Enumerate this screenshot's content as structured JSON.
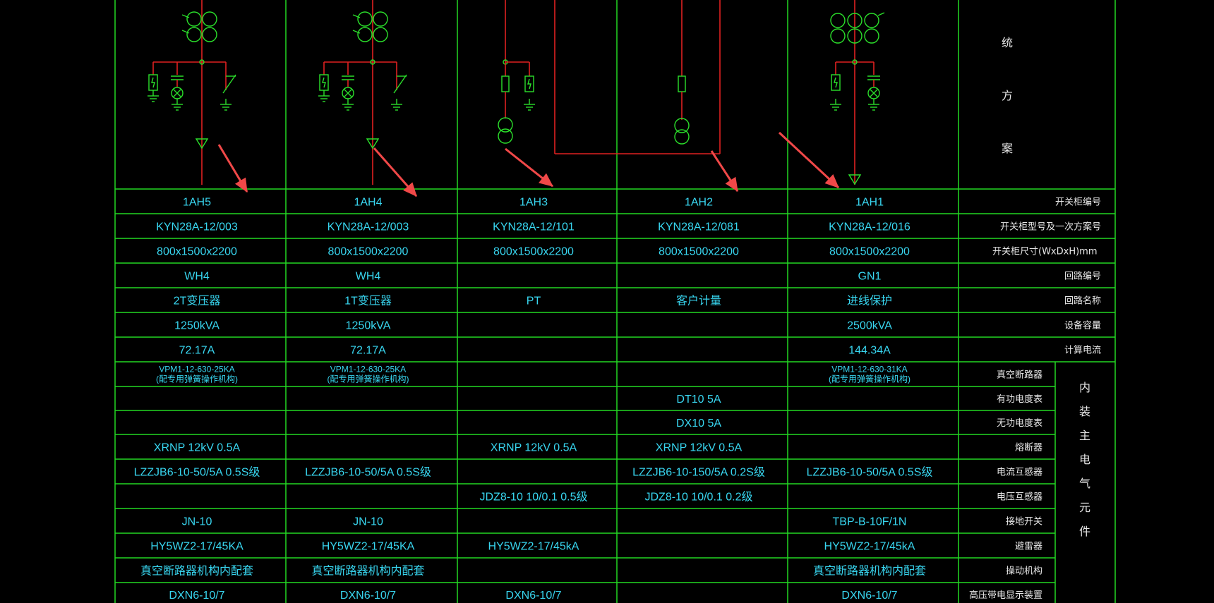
{
  "colors": {
    "background": "#000000",
    "grid": "#22d822",
    "wiring": "#e02020",
    "symbols": "#2be02b",
    "cell_text": "#38d6f0",
    "label_text": "#e8e8e8",
    "annotation_arrow": "#f04848"
  },
  "system_label": [
    "统",
    "方",
    "案"
  ],
  "side_group_label": [
    "内",
    "装",
    "主",
    "电",
    "气",
    "元",
    "件"
  ],
  "panels": [
    {
      "cabinet_no": "1AH5",
      "model": "KYN28A-12/003",
      "size": "800x1500x2200",
      "circuit_no": "WH4",
      "circuit_name": "2T变压器",
      "capacity": "1250kVA",
      "current": "72.17A",
      "breaker_line1": "VPM1-12-630-25KA",
      "breaker_line2": "(配专用弹簧操作机构)",
      "active_meter": "",
      "reactive_meter": "",
      "fuse": "XRNP 12kV 0.5A",
      "ct": "LZZJB6-10-50/5A  0.5S级",
      "vt": "",
      "earthing": "JN-10",
      "arrester": "HY5WZ2-17/45KA",
      "mechanism": "真空断路器机构内配套",
      "indicator": "DXN6-10/7"
    },
    {
      "cabinet_no": "1AH4",
      "model": "KYN28A-12/003",
      "size": "800x1500x2200",
      "circuit_no": "WH4",
      "circuit_name": "1T变压器",
      "capacity": "1250kVA",
      "current": "72.17A",
      "breaker_line1": "VPM1-12-630-25KA",
      "breaker_line2": "(配专用弹簧操作机构)",
      "active_meter": "",
      "reactive_meter": "",
      "fuse": "",
      "ct": "LZZJB6-10-50/5A  0.5S级",
      "vt": "",
      "earthing": "JN-10",
      "arrester": "HY5WZ2-17/45KA",
      "mechanism": "真空断路器机构内配套",
      "indicator": "DXN6-10/7"
    },
    {
      "cabinet_no": "1AH3",
      "model": "KYN28A-12/101",
      "size": "800x1500x2200",
      "circuit_no": "",
      "circuit_name": "PT",
      "capacity": "",
      "current": "",
      "breaker_line1": "",
      "breaker_line2": "",
      "active_meter": "",
      "reactive_meter": "",
      "fuse": "XRNP 12kV 0.5A",
      "ct": "",
      "vt": "JDZ8-10 10/0.1  0.5级",
      "earthing": "",
      "arrester": "HY5WZ2-17/45kA",
      "mechanism": "",
      "indicator": "DXN6-10/7"
    },
    {
      "cabinet_no": "1AH2",
      "model": "KYN28A-12/081",
      "size": "800x1500x2200",
      "circuit_no": "",
      "circuit_name": "客户计量",
      "capacity": "",
      "current": "",
      "breaker_line1": "",
      "breaker_line2": "",
      "active_meter": "DT10 5A",
      "reactive_meter": "DX10 5A",
      "fuse": "XRNP 12kV 0.5A",
      "ct": "LZZJB6-10-150/5A  0.2S级",
      "vt": "JDZ8-10 10/0.1  0.2级",
      "earthing": "",
      "arrester": "",
      "mechanism": "",
      "indicator": ""
    },
    {
      "cabinet_no": "1AH1",
      "model": "KYN28A-12/016",
      "size": "800x1500x2200",
      "circuit_no": "GN1",
      "circuit_name": "进线保护",
      "capacity": "2500kVA",
      "current": "144.34A",
      "breaker_line1": "VPM1-12-630-31KA",
      "breaker_line2": "(配专用弹簧操作机构)",
      "active_meter": "",
      "reactive_meter": "",
      "fuse": "",
      "ct": "LZZJB6-10-50/5A  0.5S级",
      "vt": "",
      "earthing": "TBP-B-10F/1N",
      "arrester": "HY5WZ2-17/45kA",
      "mechanism": "真空断路器机构内配套",
      "indicator": "DXN6-10/7"
    }
  ],
  "row_labels": {
    "cabinet_no": "开关柜编号",
    "model": "开关柜型号及一次方案号",
    "size": "开关柜尺寸(WxDxH)mm",
    "circuit_no": "回路编号",
    "circuit_name": "回路名称",
    "capacity": "设备容量",
    "current": "计算电流",
    "breaker": "真空断路器",
    "active_meter": "有功电度表",
    "reactive_meter": "无功电度表",
    "fuse": "熔断器",
    "ct": "电流互感器",
    "vt": "电压互感器",
    "earthing": "接地开关",
    "arrester": "避雷器",
    "mechanism": "操动机构",
    "indicator": "高压带电显示装置"
  }
}
